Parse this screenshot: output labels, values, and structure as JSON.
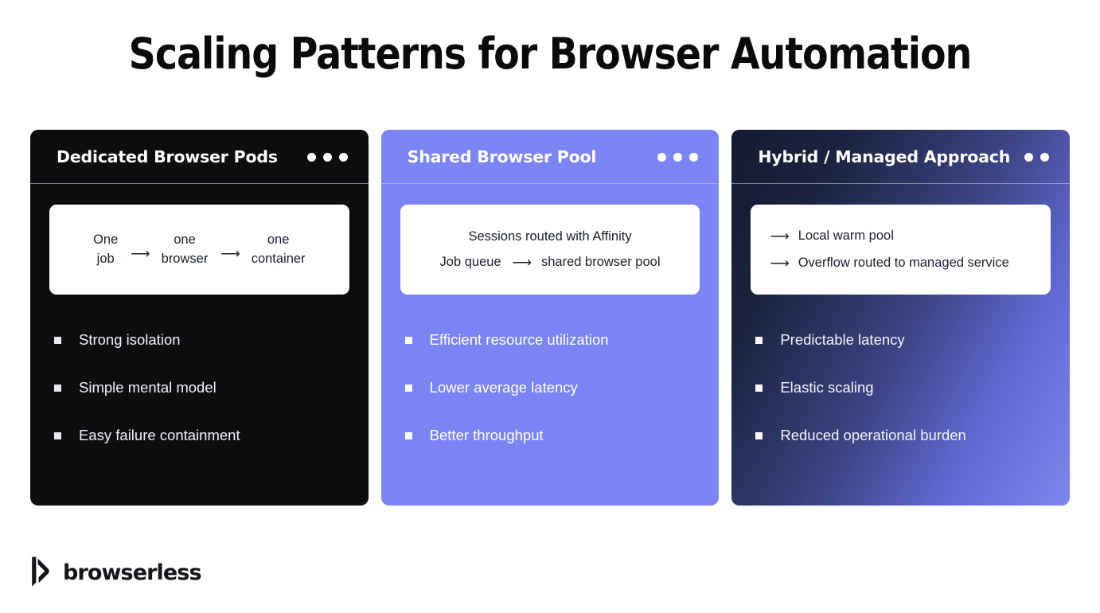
{
  "slide": {
    "title": "Scaling Patterns for Browser Automation",
    "background": "#ffffff"
  },
  "cards": [
    {
      "id": "dedicated-browser-pods",
      "header": "Dedicated Browser Pods",
      "dots": 3,
      "theme": "dark",
      "color": "#0d0d10",
      "diagram": {
        "type": "flow",
        "nodes": [
          "One\njob",
          "one\nbrowser",
          "one\ncontainer"
        ],
        "arrow": "⟶"
      },
      "bullets": [
        "Strong isolation",
        "Simple mental model",
        "Easy failure containment"
      ]
    },
    {
      "id": "shared-browser-pool",
      "header": "Shared Browser Pool",
      "dots": 3,
      "theme": "indigo",
      "color": "#7b85f5",
      "diagram": {
        "type": "lines",
        "caption": "Sessions routed with Affinity",
        "from": "Job queue",
        "to": "shared browser pool",
        "arrow": "⟶"
      },
      "bullets": [
        "Efficient resource utilization",
        "Lower average latency",
        "Better throughput"
      ]
    },
    {
      "id": "hybrid-managed-approach",
      "header": "Hybrid / Managed Approach",
      "dots": 2,
      "theme": "gradient",
      "color_start": "#141a32",
      "color_end": "#7c88ef",
      "diagram": {
        "type": "rows",
        "arrow": "⟶",
        "rows": [
          "Local warm pool",
          "Overflow routed to managed service"
        ]
      },
      "bullets": [
        "Predictable latency",
        "Elastic scaling",
        "Reduced operational burden"
      ]
    }
  ],
  "footer": {
    "brand": "browserless"
  }
}
